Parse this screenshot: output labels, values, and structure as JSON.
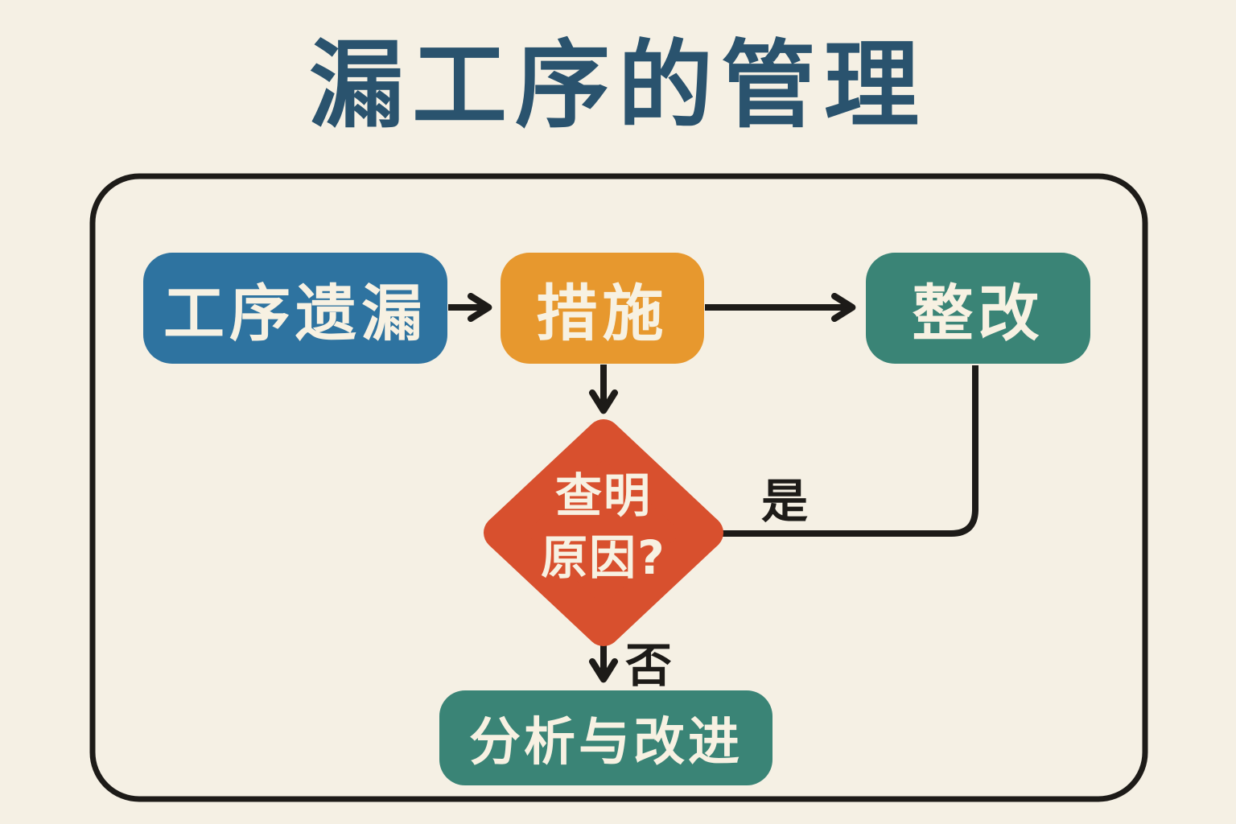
{
  "page": {
    "title": "漏工序的管理",
    "background_color": "#f5f0e4",
    "title_color": "#2a536e",
    "line_color": "#1d1b18",
    "node_text_color": "#f7f1e2"
  },
  "flowchart": {
    "nodes": {
      "process_omission": {
        "label": "工序遗漏",
        "shape": "rounded-rect",
        "color": "#2e73a0"
      },
      "measures": {
        "label": "措施",
        "shape": "rounded-rect",
        "color": "#e7982e"
      },
      "rectification": {
        "label": "整改",
        "shape": "rounded-rect",
        "color": "#3a8476"
      },
      "identify_cause": {
        "label": "查明原因?",
        "label_lines": [
          "查明",
          "原因?"
        ],
        "shape": "diamond",
        "color": "#d8502e"
      },
      "analysis_improvement": {
        "label": "分析与改进",
        "shape": "rounded-rect",
        "color": "#3a8476"
      }
    },
    "edge_labels": {
      "yes": "是",
      "no": "否"
    },
    "edges": [
      {
        "from": "process_omission",
        "to": "measures",
        "label": ""
      },
      {
        "from": "measures",
        "to": "rectification",
        "label": ""
      },
      {
        "from": "measures",
        "to": "identify_cause",
        "label": ""
      },
      {
        "from": "identify_cause",
        "to": "rectification",
        "label": "是"
      },
      {
        "from": "identify_cause",
        "to": "analysis_improvement",
        "label": "否"
      }
    ]
  }
}
